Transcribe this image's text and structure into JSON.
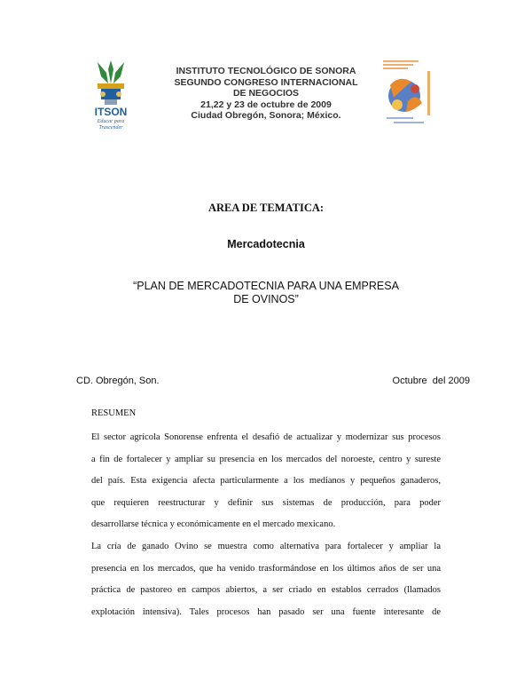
{
  "header": {
    "lines": [
      "INSTITUTO TECNOLÓGICO DE SONORA",
      "SEGUNDO CONGRESO INTERNACIONAL",
      "DE NEGOCIOS",
      "21,22 y 23 de octubre de 2009",
      "Ciudad Obregón, Sonora; México."
    ]
  },
  "logos": {
    "left": {
      "name": "ITSON",
      "tagline_1": "Educar para",
      "tagline_2": "Trascender",
      "color_primary": "#1f5f9e",
      "color_accent": "#d6a21a"
    },
    "right": {
      "name": "congress-logo",
      "color_primary": "#e8892b",
      "color_accent": "#5b7fc4"
    }
  },
  "area": "AREA DE TEMATICA:",
  "subject": "Mercadotecnia",
  "title_line_1": "“PLAN DE MERCADOTECNIA PARA UNA EMPRESA",
  "title_line_2": "DE OVINOS”",
  "place": "CD. Obregón, Son.",
  "date": "Octubre  del 2009",
  "resumen_label": "RESUMEN",
  "body_lines": [
    "El sector agrícola Sonorense enfrenta el desafió de actualizar y modernizar sus procesos",
    "a fin de fortalecer y ampliar su presencia en los mercados del noroeste, centro y sureste",
    "del país. Esta exigencia afecta particularmente a los medianos y pequeños ganaderos,",
    "que requieren reestructurar y definir sus sistemas de producción, para poder",
    "desarrollarse técnica y económicamente  en el mercado mexicano.",
    "La cría de ganado Ovino se muestra como alternativa para fortalecer y ampliar la",
    "presencia en los mercados, que ha venido trasformándose en los últimos años de ser una",
    "práctica de pastoreo en campos abiertos, a ser criado en establos cerrados (llamados",
    "explotación intensiva). Tales procesos  han pasado  ser una fuente interesante de"
  ]
}
